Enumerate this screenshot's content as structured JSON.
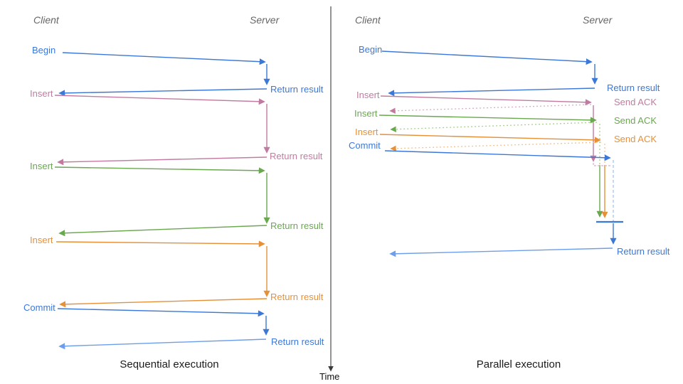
{
  "palette": {
    "blue": "#3c78d8",
    "blue_light": "#6d9eeb",
    "blue_pale": "#a4c2f4",
    "pink": "#c27ba0",
    "pink_light": "#d9aec6",
    "green": "#6aa84f",
    "green_light": "#a9d08d",
    "orange": "#e69138",
    "orange_light": "#f3c292",
    "axis": "#3b3b3b",
    "header_gray": "#666666",
    "caption_black": "#1c1c1c"
  },
  "time_axis": {
    "label": "Time"
  },
  "left_panel": {
    "title": "Sequential execution",
    "client_header": "Client",
    "server_header": "Server",
    "messages": [
      {
        "request": "Begin",
        "color": "blue",
        "response": "Return result"
      },
      {
        "request": "Insert",
        "color": "pink",
        "response": "Return result"
      },
      {
        "request": "Insert",
        "color": "green",
        "response": "Return result"
      },
      {
        "request": "Insert",
        "color": "orange",
        "response": "Return result"
      },
      {
        "request": "Commit",
        "color": "blue",
        "response": "Return result"
      }
    ]
  },
  "right_panel": {
    "title": "Parallel execution",
    "client_header": "Client",
    "server_header": "Server",
    "messages": [
      {
        "request": "Begin",
        "color": "blue",
        "response": "Return result"
      },
      {
        "request": "Insert",
        "color": "pink",
        "response": "Send ACK"
      },
      {
        "request": "Insert",
        "color": "green",
        "response": "Send ACK"
      },
      {
        "request": "Insert",
        "color": "orange",
        "response": "Send ACK"
      },
      {
        "request": "Commit",
        "color": "blue",
        "response": "Return result"
      }
    ]
  }
}
